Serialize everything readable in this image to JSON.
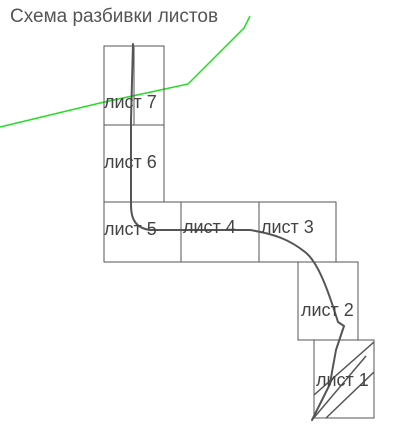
{
  "title": "Схема разбивки листов",
  "colors": {
    "sheet_border": "#555555",
    "boundary_line": "#22dd22",
    "route_line": "#555555",
    "text": "#444444"
  },
  "sheets": [
    {
      "id": "sheet-7",
      "label": "лист 7"
    },
    {
      "id": "sheet-6",
      "label": "лист 6"
    },
    {
      "id": "sheet-5",
      "label": "лист 5"
    },
    {
      "id": "sheet-4",
      "label": "лист 4"
    },
    {
      "id": "sheet-3",
      "label": "лист 3"
    },
    {
      "id": "sheet-2",
      "label": "лист 2"
    },
    {
      "id": "sheet-1",
      "label": "лист 1"
    }
  ]
}
